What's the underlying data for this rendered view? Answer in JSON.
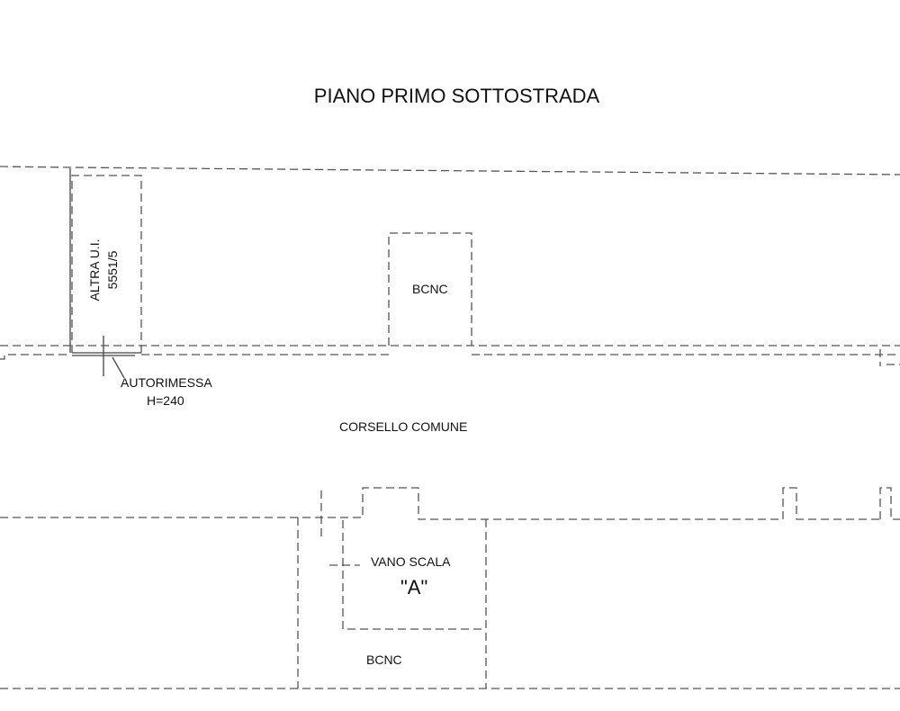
{
  "title": "PIANO PRIMO SOTTOSTRADA",
  "labels": {
    "altra_ui_line1": "ALTRA U.I.",
    "altra_ui_line2": "5551/5",
    "bcnc_top": "BCNC",
    "autorimessa": "AUTORIMESSA",
    "height": "H=240",
    "corsello": "CORSELLO COMUNE",
    "vano_scala": "VANO SCALA",
    "vano_scala_id": "\"A\"",
    "bcnc_bottom": "BCNC"
  }
}
